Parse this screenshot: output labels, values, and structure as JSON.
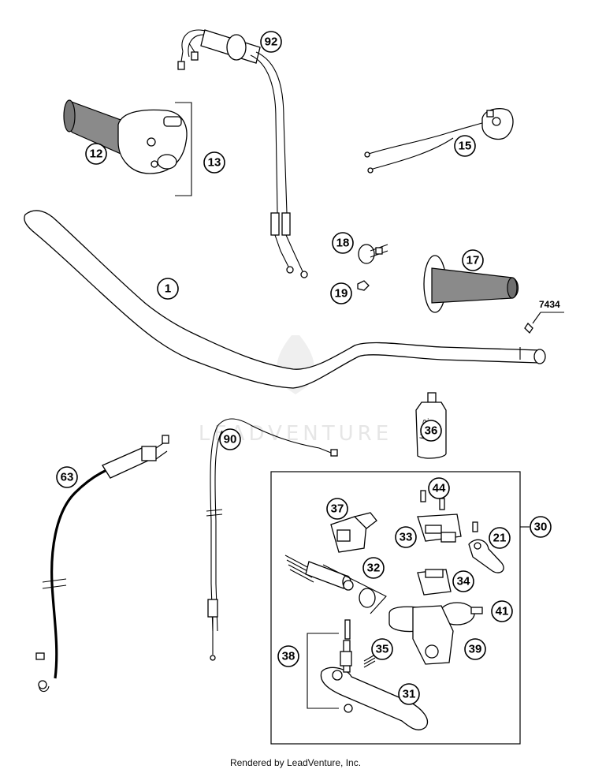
{
  "diagram": {
    "callouts": [
      {
        "id": "1",
        "label": "1"
      },
      {
        "id": "12",
        "label": "12"
      },
      {
        "id": "13",
        "label": "13"
      },
      {
        "id": "15",
        "label": "15"
      },
      {
        "id": "17",
        "label": "17"
      },
      {
        "id": "18",
        "label": "18"
      },
      {
        "id": "19",
        "label": "19"
      },
      {
        "id": "21",
        "label": "21"
      },
      {
        "id": "30",
        "label": "30"
      },
      {
        "id": "31",
        "label": "31"
      },
      {
        "id": "32",
        "label": "32"
      },
      {
        "id": "33",
        "label": "33"
      },
      {
        "id": "34",
        "label": "34"
      },
      {
        "id": "35",
        "label": "35"
      },
      {
        "id": "36",
        "label": "36"
      },
      {
        "id": "37",
        "label": "37"
      },
      {
        "id": "38",
        "label": "38"
      },
      {
        "id": "39",
        "label": "39"
      },
      {
        "id": "41",
        "label": "41"
      },
      {
        "id": "44",
        "label": "44"
      },
      {
        "id": "63",
        "label": "63"
      },
      {
        "id": "90",
        "label": "90"
      },
      {
        "id": "92",
        "label": "92"
      }
    ],
    "reference_label": "7434",
    "bottle_label_line1": "HYDR.",
    "bottle_label_line2": "ÖL",
    "watermark": "LEADVENTURE"
  },
  "footer": {
    "text": "Rendered by LeadVenture, Inc."
  }
}
